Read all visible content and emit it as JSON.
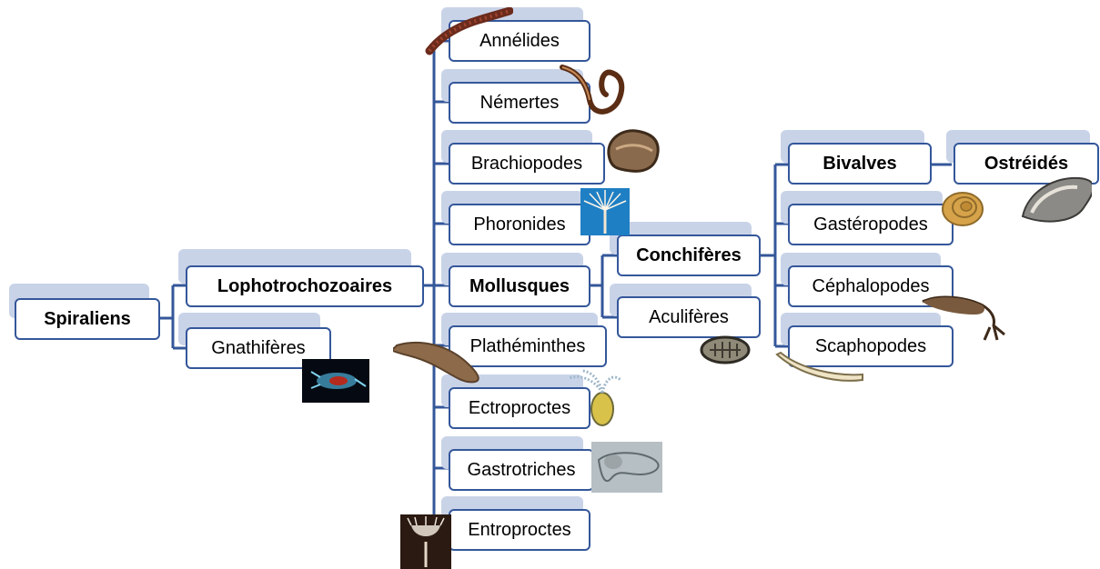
{
  "diagram": {
    "colors": {
      "box_border": "#34579a",
      "box_shadow": "#c9d3e8",
      "connector": "#34579a"
    },
    "nodes": {
      "spiraliens": "Spiraliens",
      "lophotrochozoaires": "Lophotrochozoaires",
      "gnathiferes": "Gnathifères",
      "annelides": "Annélides",
      "nemertes": "Némertes",
      "brachiopodes": "Brachiopodes",
      "phoronides": "Phoronides",
      "mollusques": "Mollusques",
      "plathelminthes": "Plathéminthes",
      "ectroproctes": "Ectroproctes",
      "gastrotriches": "Gastrotriches",
      "entroproctes": "Entroproctes",
      "conchiferes": "Conchifères",
      "aculiferes": "Aculifères",
      "bivalves": "Bivalves",
      "gasteropodes": "Gastéropodes",
      "cephalopodes": "Céphalopodes",
      "scaphopodes": "Scaphopodes",
      "ostreides": "Ostréidés"
    },
    "images": [
      "rotifer-photo",
      "annelid-worm-photo",
      "nemertean-worm-photo",
      "brachiopod-shell-photo",
      "phoronid-photo",
      "flatworm-photo",
      "bryozoan-photo",
      "gastrotrich-photo",
      "entoproct-photo",
      "chiton-photo",
      "snail-shell-photo",
      "oyster-photo",
      "cuttlefish-photo",
      "tusk-shell-photo"
    ]
  }
}
